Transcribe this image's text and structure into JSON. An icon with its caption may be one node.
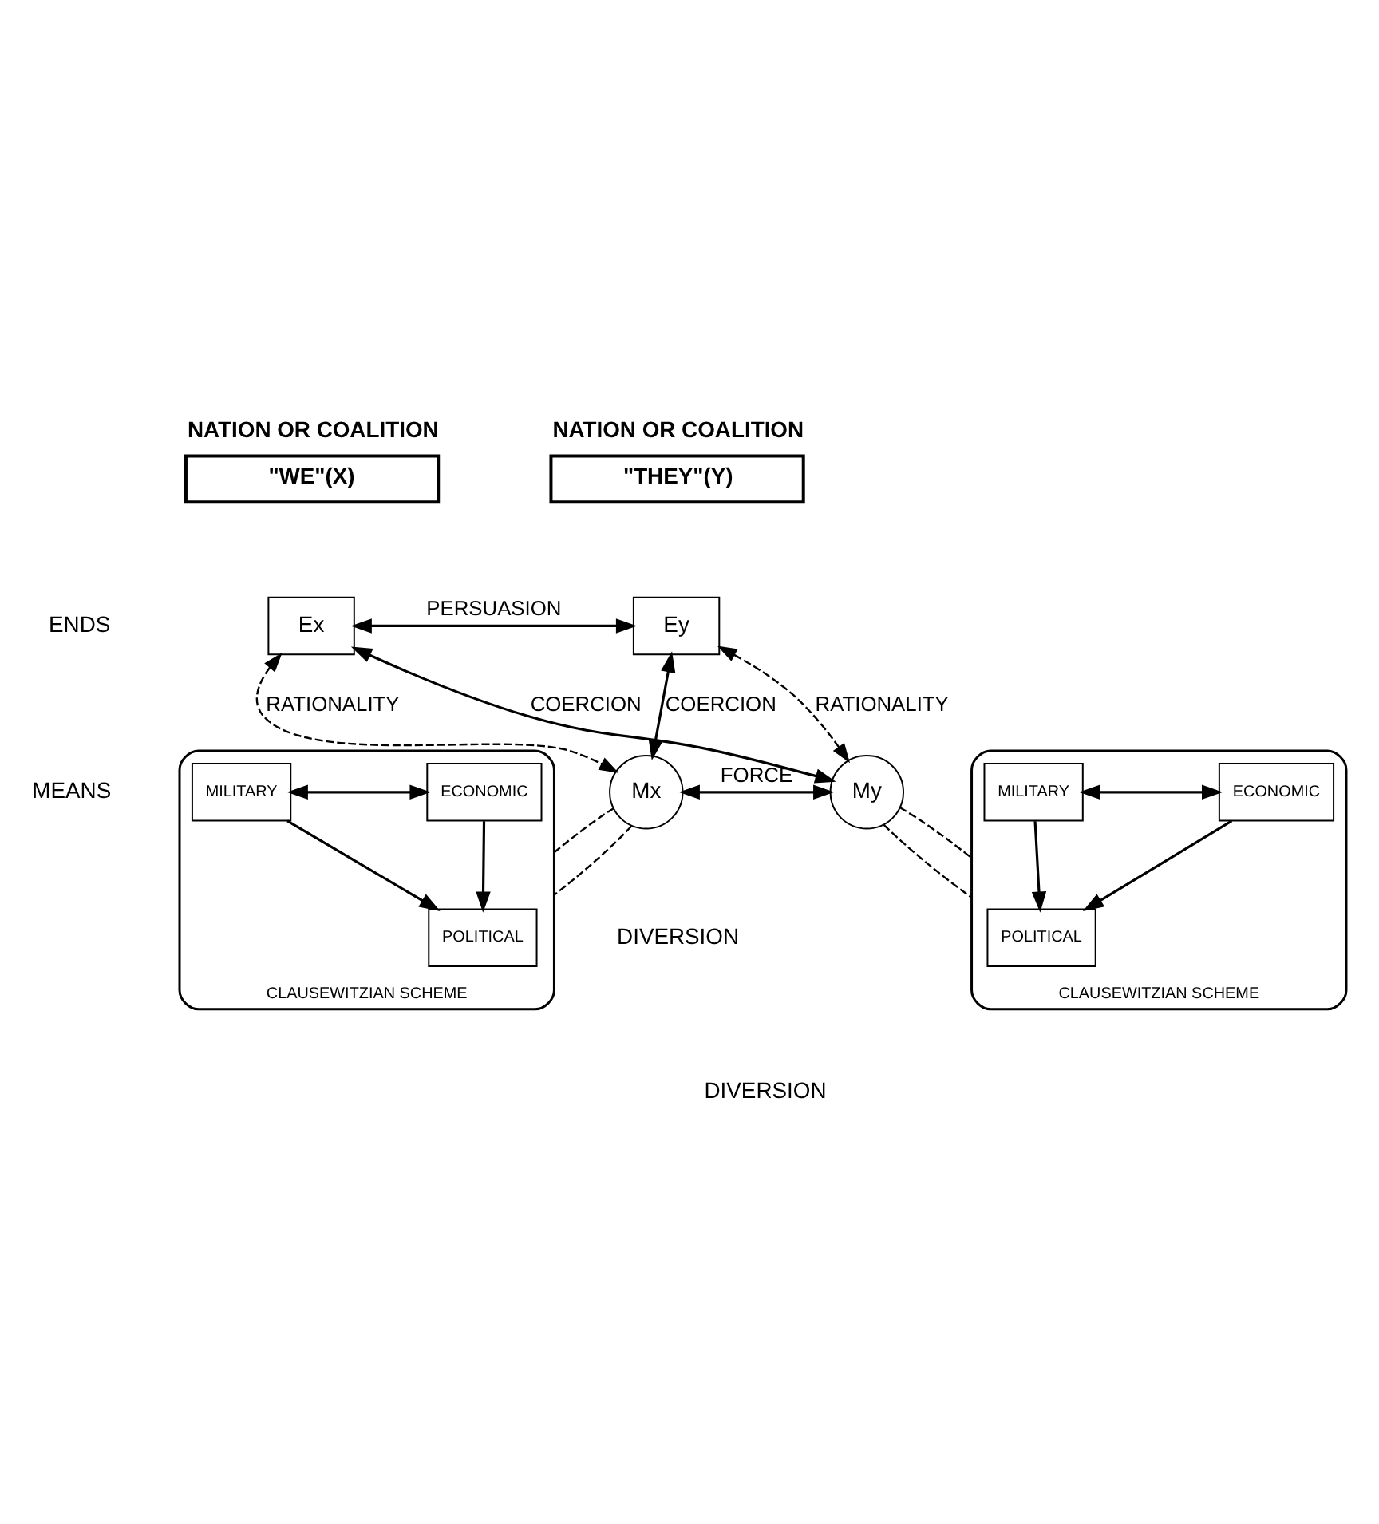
{
  "diagram": {
    "nodes": [
      {
        "text": [
          "NATION OR COALITION",
          "\"WE\"(X)"
        ]
      },
      {
        "text": [
          "NATION OR COALITION",
          "\"THEY\"(Y)"
        ]
      },
      {
        "text": [
          "Ex"
        ]
      },
      {
        "text": [
          "Ey"
        ]
      },
      {
        "text": [
          "Mx"
        ]
      },
      {
        "text": [
          "My"
        ]
      },
      {
        "text": [
          "CLAUSEWITZIAN SCHEME"
        ]
      },
      {
        "text": [
          "POLITICAL"
        ],
        "in": 6
      },
      {
        "text": [
          "ECONOMIC"
        ],
        "in": 6
      },
      {
        "text": [
          "MILITARY"
        ],
        "in": 6
      },
      {
        "text": [
          "CLAUSEWITZIAN SCHEME"
        ]
      },
      {
        "text": [
          "POLITICAL"
        ],
        "in": 10
      },
      {
        "text": [
          "ECONOMIC"
        ],
        "in": 10
      },
      {
        "text": [
          "MILITARY"
        ],
        "in": 10
      }
    ],
    "edges": [
      {
        "from": 2,
        "to": 3,
        "arrow": "both",
        "label": "PERSUASION"
      },
      {
        "from": 2,
        "to": 4,
        "arrow": "both",
        "label": "RATIONALITY",
        "style": "dashed"
      },
      {
        "from": 3,
        "to": 5,
        "arrow": "both",
        "label": "RATIONALITY",
        "style": "dashed"
      },
      {
        "from": 2,
        "to": 5,
        "arrow": "both",
        "label": "COERCION"
      },
      {
        "from": 3,
        "to": 4,
        "arrow": "both",
        "label": "COERCION"
      },
      {
        "from": 4,
        "to": 5,
        "arrow": "both",
        "label": "FORCE"
      },
      {
        "from": 4,
        "to": 6,
        "arrow": "none",
        "style": "dashed"
      },
      {
        "from": 4,
        "to": 6,
        "arrow": "none",
        "style": "dashed"
      },
      {
        "from": 5,
        "to": 10,
        "arrow": "none",
        "style": "dashed"
      },
      {
        "from": 5,
        "to": 10,
        "arrow": "none",
        "style": "dashed"
      },
      {
        "from": 8,
        "to": 7,
        "arrow": "to"
      },
      {
        "from": 9,
        "to": 7,
        "arrow": "to"
      },
      {
        "from": 8,
        "to": 9,
        "arrow": "both"
      },
      {
        "from": 12,
        "to": 11,
        "arrow": "to"
      },
      {
        "from": 13,
        "to": 11,
        "arrow": "to"
      },
      {
        "from": 12,
        "to": 13,
        "arrow": "both"
      }
    ],
    "labels": [
      "ENDS",
      "DIVERSION",
      "DIVERSION",
      "MEANS"
    ]
  }
}
